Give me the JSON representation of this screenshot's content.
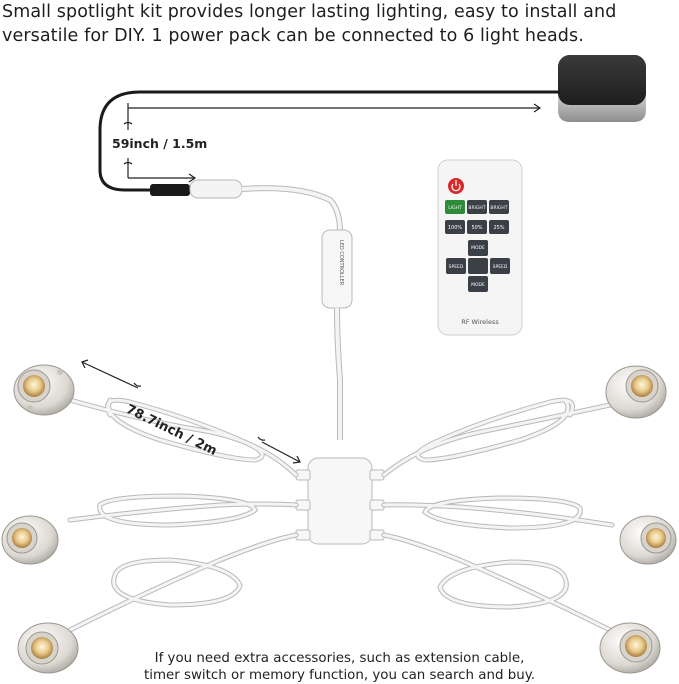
{
  "headline": {
    "line1": "Small spotlight kit provides longer lasting lighting, easy to install and",
    "line2": "versatile for DIY. 1 power pack can be connected to 6 light heads."
  },
  "dimensions": {
    "power_cable": "59inch / 1.5m",
    "light_cable": "78.7inch / 2m"
  },
  "remote": {
    "buttons": {
      "light": "LIGHT",
      "bright_up": "BRIGHT",
      "bright_down": "BRIGHT",
      "p100": "100%",
      "p50": "50%",
      "p25": "25%",
      "mode_up": "MODE",
      "speed_left": "SPEED",
      "speed_right": "SPEED",
      "mode_down": "MODE"
    },
    "wireless_label": "RF Wireless"
  },
  "controller": {
    "text": "LED CONTROLLER"
  },
  "footer": {
    "line1": "If you need extra accessories, such as extension cable,",
    "line2": "timer switch or memory function, you can search and buy."
  },
  "colors": {
    "power_pack": "#2d2d2d",
    "cable_black": "#1a1a1a",
    "cable_white": "#f4f4f4",
    "cable_outline": "#b9b9b9",
    "lamp_body": "#e6e3de",
    "lamp_lens": "#e8c98a",
    "remote_body": "#f5f5f5",
    "remote_button": "#3b3f46",
    "remote_power": "#d62b2b",
    "remote_light": "#2e8b3a"
  }
}
